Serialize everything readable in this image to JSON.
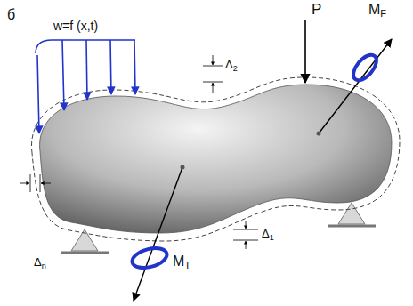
{
  "diagram": {
    "labels": [
      "б",
      "w=f (x,t)",
      "P",
      "Δ2",
      "MF",
      "Δn",
      "Δ1",
      "MT"
    ]
  }
}
